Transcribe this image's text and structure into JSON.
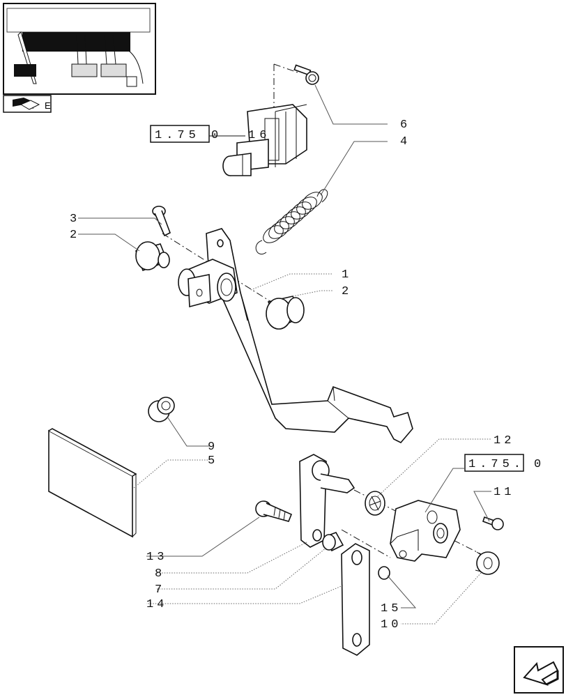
{
  "references": {
    "top": "1.75 0",
    "top_suffix": "16",
    "right": "1.75.",
    "right_suffix": "0"
  },
  "callouts": [
    {
      "id": "6",
      "text": "6"
    },
    {
      "id": "4",
      "text": "4"
    },
    {
      "id": "3",
      "text": "3"
    },
    {
      "id": "2a",
      "text": "2"
    },
    {
      "id": "1",
      "text": "1"
    },
    {
      "id": "2b",
      "text": "2"
    },
    {
      "id": "9",
      "text": "9"
    },
    {
      "id": "5",
      "text": "5"
    },
    {
      "id": "12",
      "text": "12"
    },
    {
      "id": "11",
      "text": "11"
    },
    {
      "id": "13",
      "text": "13"
    },
    {
      "id": "8",
      "text": "8"
    },
    {
      "id": "7",
      "text": "7"
    },
    {
      "id": "14",
      "text": "14"
    },
    {
      "id": "15",
      "text": "15"
    },
    {
      "id": "10",
      "text": "10"
    }
  ],
  "thumbnail": {
    "corner_label": "E"
  },
  "icons": [
    "book-icon",
    "next-page-arrow-icon"
  ],
  "colors": {
    "line": "#111111",
    "leader": "#555555",
    "background": "#ffffff"
  }
}
